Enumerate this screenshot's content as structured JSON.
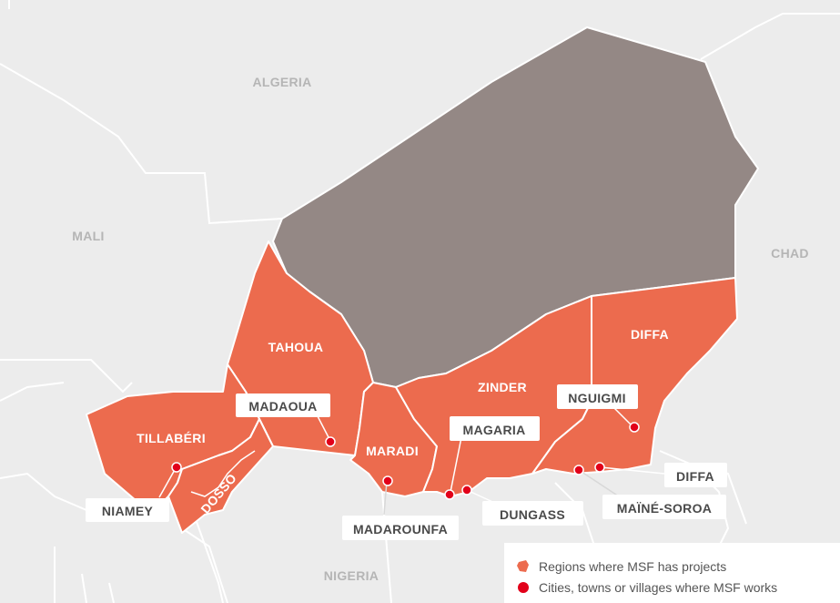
{
  "countries": {
    "algeria": "ALGERIA",
    "mali": "MALI",
    "chad": "CHAD",
    "nigeria": "NIGERIA"
  },
  "regions": {
    "tahoua": "TAHOUA",
    "tillaberi": "TILLABÉRI",
    "dosso": "DOSSO",
    "maradi": "MARADI",
    "zinder": "ZINDER",
    "diffa": "DIFFA"
  },
  "cities": {
    "madaoua": "MADAOUA",
    "niamey": "NIAMEY",
    "madarounfa": "MADAROUNFA",
    "magaria": "MAGARIA",
    "dungass": "DUNGASS",
    "nguigmi": "NGUIGMI",
    "diffa": "DIFFA",
    "maine_soroa": "MAÏNÉ-SOROA"
  },
  "legend": {
    "regions": "Regions where MSF has projects",
    "cities": "Cities, towns or villages where MSF works"
  },
  "colors": {
    "background": "#ececec",
    "msf_region": "#ec6b4e",
    "other_region": "#948885",
    "border": "#ffffff",
    "city_dot": "#e2001a"
  }
}
